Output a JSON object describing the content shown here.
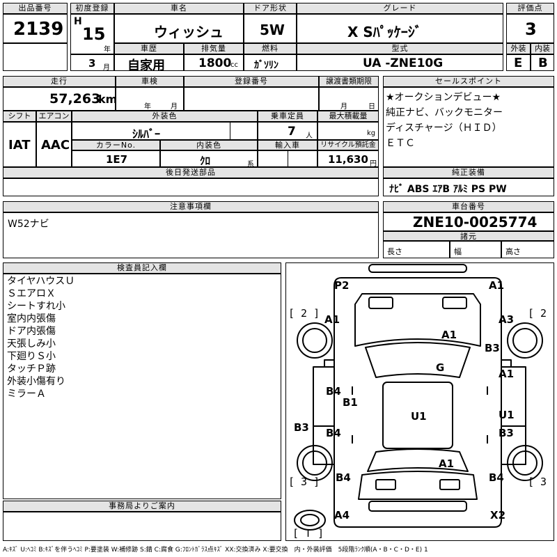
{
  "header": {
    "lot_label": "出品番号",
    "lot_value": "2139",
    "first_reg_label": "初度登録",
    "era": "H",
    "year_value": "15",
    "year_unit": "年",
    "month_value": "3",
    "month_unit": "月",
    "name_label": "車名",
    "name_value": "ウィッシュ",
    "door_label": "ドア形状",
    "door_value": "5W",
    "grade_label": "グレード",
    "grade_value": "X Sﾊﾟｯｹｰｼﾞ",
    "score_label": "評価点",
    "score_value": "3",
    "history_label": "車歴",
    "history_value": "自家用",
    "displacement_label": "排気量",
    "displacement_value": "1800",
    "displacement_unit": "cc",
    "fuel_label": "燃料",
    "fuel_value": "ｶﾞｿﾘﾝ",
    "model_label": "型式",
    "model_value": "UA -ZNE10G",
    "exterior_label": "外装",
    "exterior_value": "E",
    "interior_label": "内装",
    "interior_value": "B"
  },
  "row2": {
    "mileage_label": "走行",
    "mileage_value": "57,263",
    "mileage_unit": "km",
    "inspection_label": "車検",
    "inspection_year_unit": "年",
    "inspection_month_unit": "月",
    "reg_no_label": "登録番号",
    "transfer_label": "譲渡書類期限",
    "transfer_month_unit": "月",
    "transfer_day_unit": "日",
    "shift_label": "シフト",
    "shift_value": "IAT",
    "ac_label": "エアコン",
    "ac_value": "AAC",
    "color_label": "外装色",
    "color_value": "ｼﾙﾊﾞｰ",
    "capacity_label": "乗車定員",
    "capacity_value": "7",
    "capacity_unit": "人",
    "maxload_label": "最大積載量",
    "maxload_unit": "kg",
    "colorno_label": "カラーNo.",
    "colorno_value": "1E7",
    "intcolor_label": "内装色",
    "intcolor_value": "ｸﾛ",
    "intcolor_unit": "系",
    "import_label": "輸入車",
    "recycle_label": "リサイクル預託金",
    "recycle_value": "11,630",
    "recycle_unit": "円",
    "later_label": "後日発送部品"
  },
  "sales_point": {
    "label": "セールスポイント",
    "lines": [
      "★オークションデビュー★",
      "純正ナビ、バックモニター",
      "ディスチャージ（ＨＩＤ）",
      "ＥＴＣ"
    ]
  },
  "equipment": {
    "label": "純正装備",
    "value": "ﾅﾋﾞ ABS ｴｱB ｱﾙﾐ PS PW"
  },
  "notes": {
    "label": "注意事項欄",
    "value": "W52ナビ"
  },
  "chassis": {
    "label": "車台番号",
    "value": "ZNE10-0025774",
    "dims_label": "諸元",
    "length_label": "長さ",
    "width_label": "幅",
    "height_label": "高さ"
  },
  "inspector": {
    "label": "検査員記入欄",
    "lines": [
      "タイヤハウスＵ",
      "ＳエアロＸ",
      "シートすれ小",
      "室内内張傷",
      "ドア内張傷",
      "天張しみ小",
      "下廻りＳ小",
      "タッチＰ跡",
      "外装小傷有り",
      "ミラーＡ"
    ]
  },
  "office": {
    "label": "事務局よりご案内"
  },
  "diagram": {
    "bracket_left_top": "[ 2 ]",
    "bracket_right_top": "[ 2 ]",
    "bracket_left_bottom": "[ 3 ]",
    "bracket_right_bottom": "[ 3 ]",
    "bracket_bottom": "[ T ]",
    "codes": {
      "p2": "P2",
      "a1_tr": "A1",
      "a1_fl": "A1",
      "a3": "A3",
      "a1_hood": "A1",
      "b3_fr": "B3",
      "g": "G",
      "a1_rdoor_f": "A1",
      "b4_ldoor_f": "B4",
      "b1": "B1",
      "u1_roof": "U1",
      "u1_right": "U1",
      "b3_left": "B3",
      "b4_ldoor_r": "B4",
      "b3_right": "B3",
      "a1_trunk": "A1",
      "b4_rl": "B4",
      "b4_rr": "B4",
      "a4": "A4",
      "x2": "X2"
    }
  },
  "legend": "A:ｷｽﾞ U:ﾍｺﾐ B:ｷｽﾞを伴うﾍｺﾐ P:要塗装 W:補修跡 S:錆 C:腐食 G:ﾌﾛﾝﾄｶﾞﾗｽ点ｷｽﾞ XX:交換済み X:要交換　内・外装評価　5段階ﾗﾝｸ順(A・B・C・D・E) 1"
}
